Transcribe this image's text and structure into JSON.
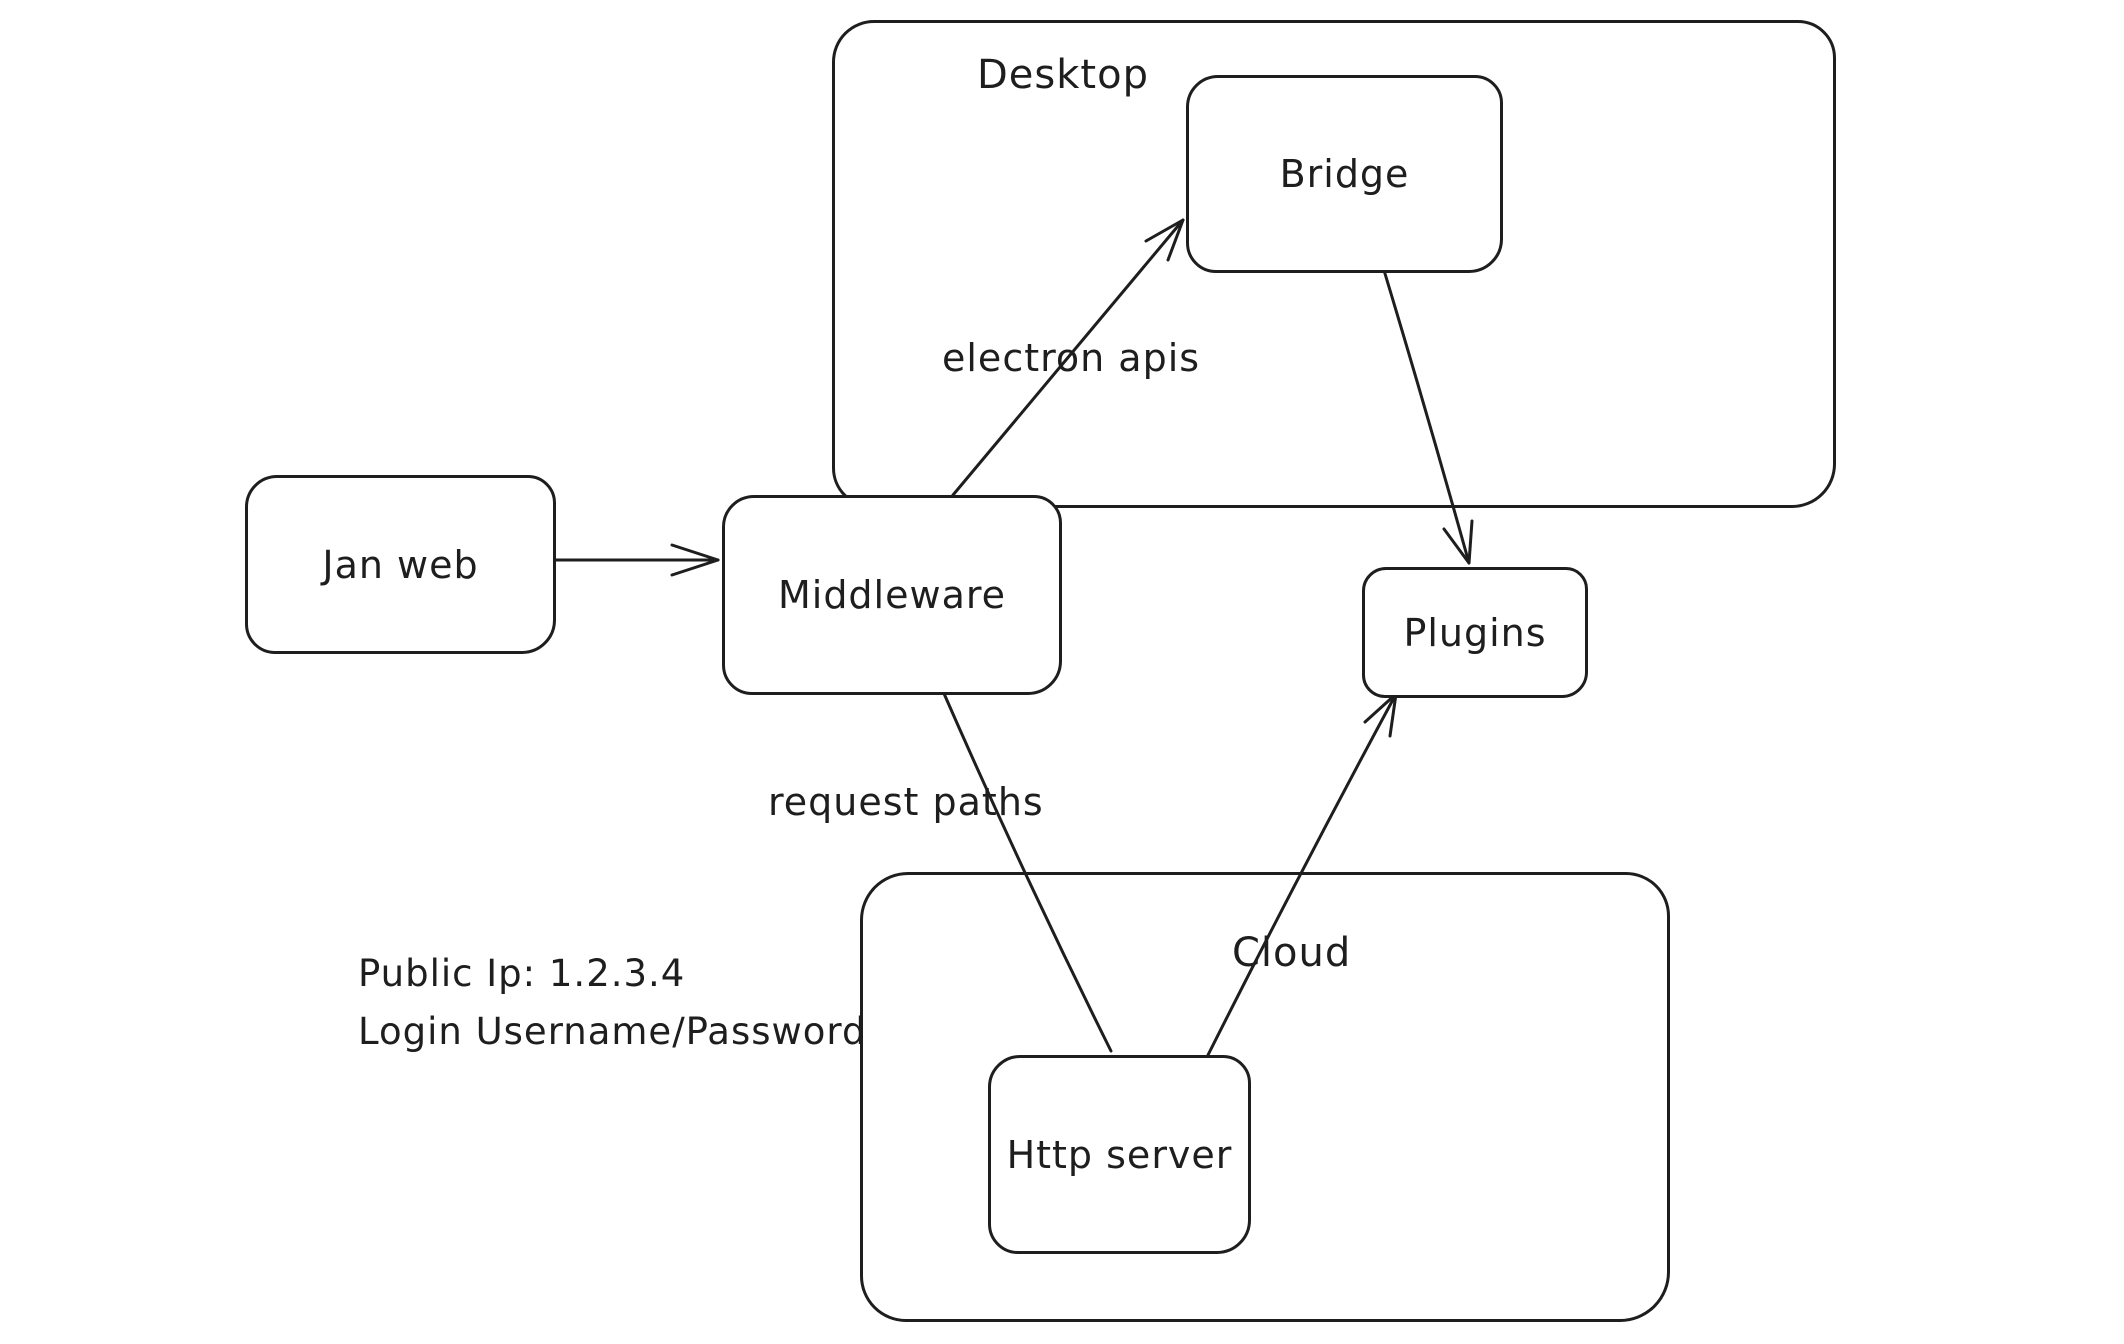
{
  "canvas": {
    "background": "#ffffff",
    "stroke_color": "#1e1e1e"
  },
  "diagram": {
    "containers": [
      {
        "id": "desktop",
        "label": "Desktop"
      },
      {
        "id": "cloud",
        "label": "Cloud"
      }
    ],
    "nodes": [
      {
        "id": "jan-web",
        "label": "Jan web"
      },
      {
        "id": "middleware",
        "label": "Middleware"
      },
      {
        "id": "bridge",
        "label": "Bridge"
      },
      {
        "id": "plugins",
        "label": "Plugins"
      },
      {
        "id": "http-server",
        "label": "Http server"
      }
    ],
    "edges": [
      {
        "from": "jan-web",
        "to": "middleware",
        "label": ""
      },
      {
        "from": "middleware",
        "to": "bridge",
        "label": "electron apis"
      },
      {
        "from": "bridge",
        "to": "plugins",
        "label": ""
      },
      {
        "from": "middleware",
        "to": "http-server",
        "label": "request paths"
      },
      {
        "from": "http-server",
        "to": "plugins",
        "label": ""
      }
    ],
    "annotations": [
      {
        "id": "public-ip",
        "text": "Public Ip: 1.2.3.4"
      },
      {
        "id": "login",
        "text": "Login Username/Password"
      }
    ]
  }
}
